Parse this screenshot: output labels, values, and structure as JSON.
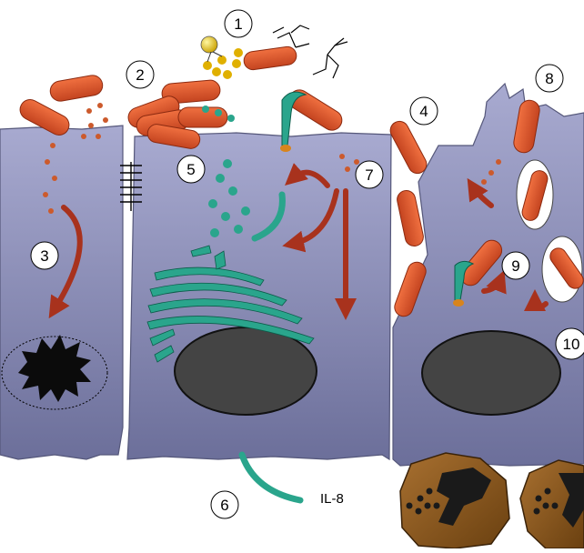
{
  "markers": [
    "1",
    "2",
    "3",
    "4",
    "5",
    "6",
    "7",
    "8",
    "9",
    "10"
  ],
  "labels": {
    "cytokine": "IL-8"
  },
  "colors": {
    "cell_top": "#a7a8ce",
    "cell_bottom": "#6c6f9a",
    "bacterium": "#e0542c",
    "bacterium_dark": "#a8341a",
    "secretion": "#cc5a2c",
    "green": "#2aa58c",
    "arrow": "#a8321d",
    "nucleus": "#555555",
    "leukocyte": "#8b5a1e"
  }
}
